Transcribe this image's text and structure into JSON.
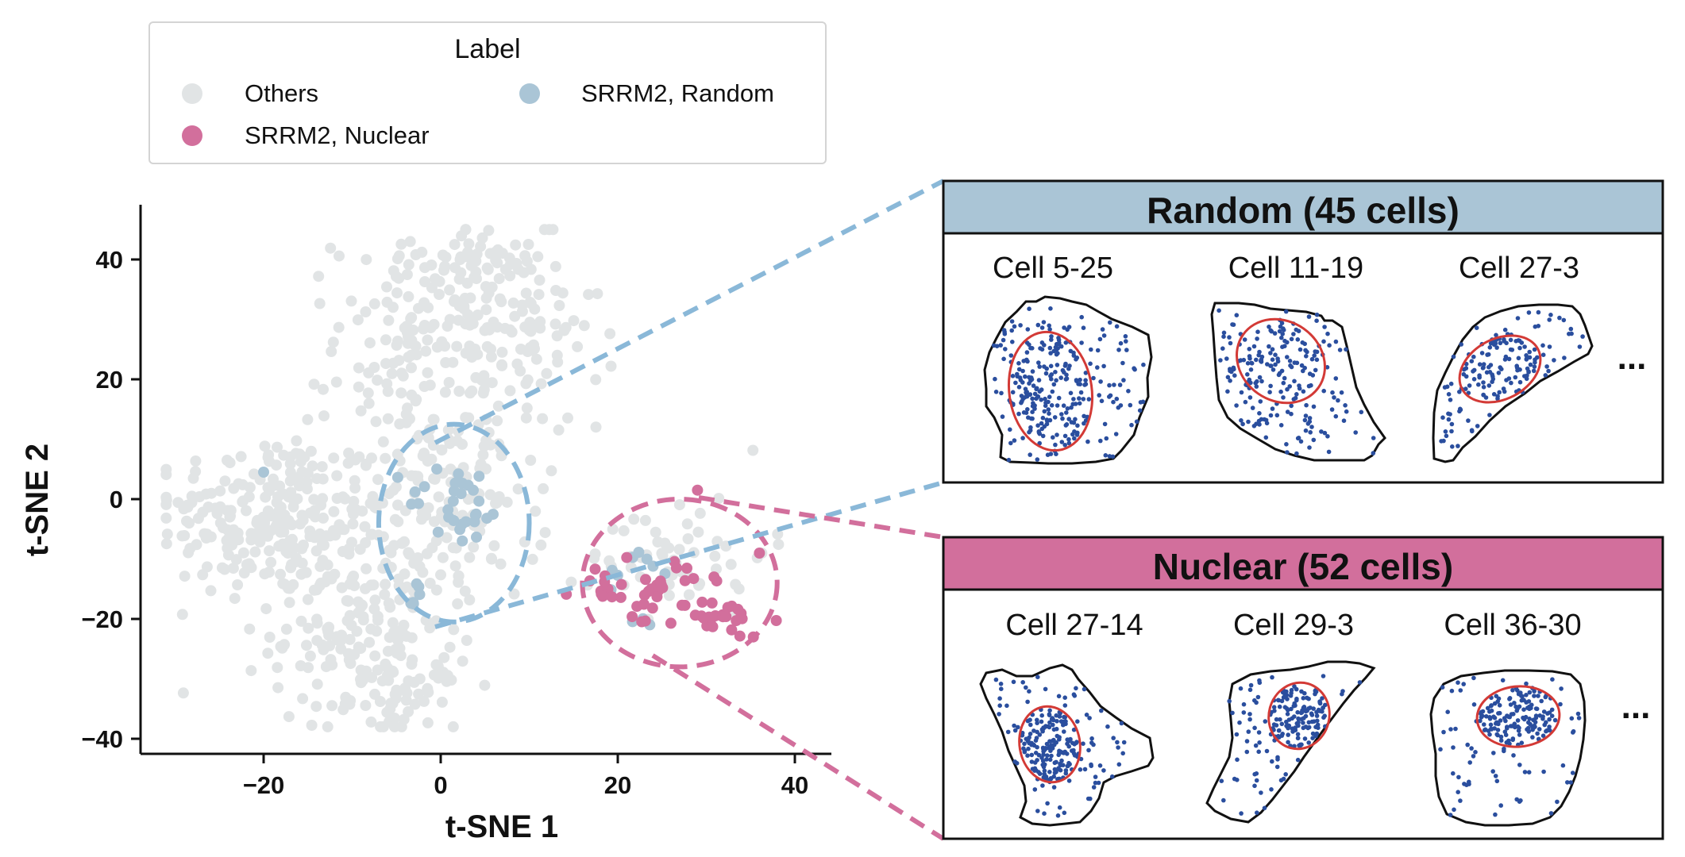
{
  "chart_data": {
    "type": "scatter",
    "xlabel": "t-SNE 1",
    "ylabel": "t-SNE 2",
    "xlim": [
      -33,
      44
    ],
    "ylim": [
      -42,
      49
    ],
    "xticks": [
      -20,
      0,
      20,
      40
    ],
    "yticks": [
      -40,
      -20,
      0,
      20,
      40
    ],
    "xtick_labels": [
      "−20",
      "0",
      "20",
      "40"
    ],
    "ytick_labels": [
      "−40",
      "−20",
      "0",
      "20",
      "40"
    ],
    "grid": false,
    "legend": {
      "title": "Label",
      "placement": "top-left",
      "entries": [
        {
          "label": "Others",
          "color": "#e1e4e5"
        },
        {
          "label": "SRRM2, Nuclear",
          "color": "#d26f9c"
        },
        {
          "label": "SRRM2, Random",
          "color": "#aac5d6"
        }
      ]
    },
    "series": [
      {
        "name": "Others",
        "color": "#e1e4e5",
        "clusters": [
          {
            "cx": -19,
            "cy": -3,
            "sx": 6.5,
            "sy": 7,
            "n": 240
          },
          {
            "cx": -9,
            "cy": -22,
            "sx": 5,
            "sy": 8,
            "n": 170
          },
          {
            "cx": -4,
            "cy": -33,
            "sx": 3,
            "sy": 3,
            "n": 40
          },
          {
            "cx": 1,
            "cy": 0,
            "sx": 5.5,
            "sy": 9,
            "n": 140
          },
          {
            "cx": -3,
            "cy": 27,
            "sx": 4.5,
            "sy": 9,
            "n": 120
          },
          {
            "cx": 8,
            "cy": 28,
            "sx": 5,
            "sy": 9,
            "n": 120
          },
          {
            "cx": 3,
            "cy": 40,
            "sx": 4,
            "sy": 2.5,
            "n": 30
          },
          {
            "cx": 27,
            "cy": -9,
            "sx": 5,
            "sy": 5,
            "n": 55
          }
        ]
      },
      {
        "name": "SRRM2, Random",
        "color": "#aac5d6",
        "clusters": [
          {
            "cx": 2,
            "cy": -1,
            "sx": 3,
            "sy": 3.5,
            "n": 30
          },
          {
            "cx": -3,
            "cy": -15,
            "sx": 1.5,
            "sy": 2,
            "n": 6
          },
          {
            "cx": 22,
            "cy": -12,
            "sx": 1.5,
            "sy": 2,
            "n": 8
          },
          {
            "cx": 23,
            "cy": -20,
            "sx": 1,
            "sy": 1,
            "n": 3
          }
        ],
        "points": [
          [
            -20,
            4.5
          ]
        ]
      },
      {
        "name": "SRRM2, Nuclear",
        "color": "#d26f9c",
        "clusters": [
          {
            "cx": 31,
            "cy": -20,
            "sx": 3,
            "sy": 1.6,
            "n": 30
          },
          {
            "cx": 21,
            "cy": -15,
            "sx": 3,
            "sy": 1.6,
            "n": 24
          },
          {
            "cx": 27,
            "cy": -12,
            "sx": 3,
            "sy": 2,
            "n": 8
          }
        ],
        "points": [
          [
            29,
            1.5
          ],
          [
            36,
            -9
          ]
        ]
      }
    ],
    "highlight_ellipses": [
      {
        "name": "Random",
        "color": "#8ab8d8",
        "cx": 1.5,
        "cy": -4,
        "rx": 8.5,
        "ry": 16.5
      },
      {
        "name": "Nuclear",
        "color": "#d26f9c",
        "cx": 27,
        "cy": -14,
        "rx": 11,
        "ry": 14
      }
    ]
  },
  "panels": [
    {
      "title": "Random (45 cells)",
      "header_color": "#aac5d6",
      "cells": [
        "Cell 5-25",
        "Cell 11-19",
        "Cell 27-3"
      ],
      "ellipsis": "..."
    },
    {
      "title": "Nuclear (52 cells)",
      "header_color": "#d26f9c",
      "cells": [
        "Cell 27-14",
        "Cell 29-3",
        "Cell 36-30"
      ],
      "ellipsis": "..."
    }
  ],
  "colors": {
    "spot": "#2a4e9e",
    "nucleus_outline": "#d33a36",
    "cell_outline": "#111111"
  }
}
